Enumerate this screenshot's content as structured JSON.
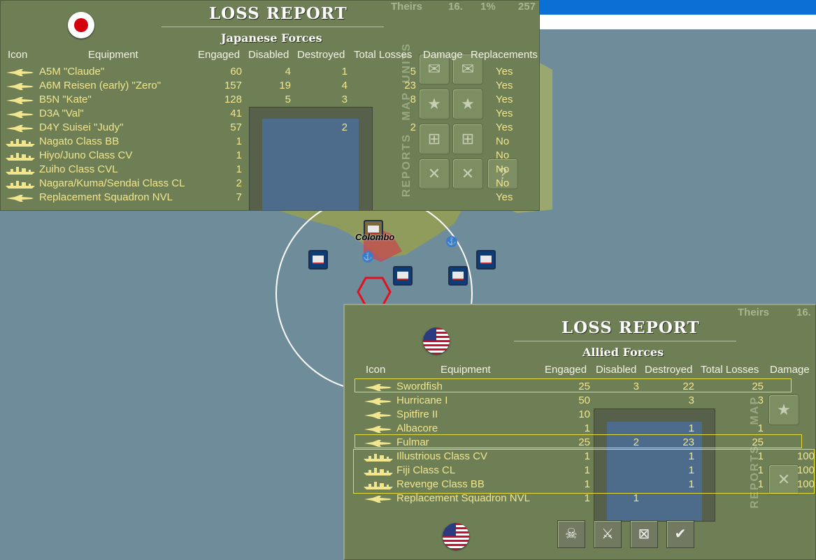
{
  "top_stat": {
    "side": "Theirs",
    "count": "16.",
    "pct": "1%",
    "value": "257"
  },
  "japanese": {
    "title": "LOSS REPORT",
    "subtitle": "Japanese Forces",
    "headers": [
      "Icon",
      "Equipment",
      "Engaged",
      "Disabled",
      "Destroyed",
      "Total Losses",
      "Damage",
      "Replacements"
    ],
    "rows": [
      {
        "type": "plane",
        "name": "A5M \"Claude\"",
        "engaged": "60",
        "disabled": "4",
        "destroyed": "1",
        "total": "5",
        "damage": "",
        "repl": "Yes"
      },
      {
        "type": "plane",
        "name": "A6M Reisen (early) \"Zero\"",
        "engaged": "157",
        "disabled": "19",
        "destroyed": "4",
        "total": "23",
        "damage": "",
        "repl": "Yes"
      },
      {
        "type": "plane",
        "name": "B5N \"Kate\"",
        "engaged": "128",
        "disabled": "5",
        "destroyed": "3",
        "total": "8",
        "damage": "",
        "repl": "Yes"
      },
      {
        "type": "plane",
        "name": "D3A \"Val\"",
        "engaged": "41",
        "disabled": "",
        "destroyed": "",
        "total": "",
        "damage": "",
        "repl": "Yes"
      },
      {
        "type": "plane",
        "name": "D4Y Suisei \"Judy\"",
        "engaged": "57",
        "disabled": "",
        "destroyed": "2",
        "total": "2",
        "damage": "",
        "repl": "Yes"
      },
      {
        "type": "ship",
        "name": "Nagato Class BB",
        "engaged": "1",
        "disabled": "",
        "destroyed": "",
        "total": "",
        "damage": "",
        "repl": "No"
      },
      {
        "type": "ship",
        "name": "Hiyo/Juno Class CV",
        "engaged": "1",
        "disabled": "",
        "destroyed": "",
        "total": "",
        "damage": "",
        "repl": "No"
      },
      {
        "type": "ship",
        "name": "Zuiho Class CVL",
        "engaged": "1",
        "disabled": "",
        "destroyed": "",
        "total": "",
        "damage": "",
        "repl": "No"
      },
      {
        "type": "ship",
        "name": "Nagara/Kuma/Sendai Class CL",
        "engaged": "2",
        "disabled": "",
        "destroyed": "",
        "total": "",
        "damage": "",
        "repl": "No"
      },
      {
        "type": "plane",
        "name": "Replacement Squadron NVL",
        "engaged": "7",
        "disabled": "",
        "destroyed": "",
        "total": "",
        "damage": "",
        "repl": "Yes"
      }
    ]
  },
  "allied": {
    "title": "LOSS REPORT",
    "subtitle": "Allied Forces",
    "headers": [
      "Icon",
      "Equipment",
      "Engaged",
      "Disabled",
      "Destroyed",
      "Total Losses",
      "Damage"
    ],
    "stat": {
      "side": "Theirs",
      "count": "16."
    },
    "rows": [
      {
        "type": "plane",
        "name": "Swordfish",
        "engaged": "25",
        "disabled": "3",
        "destroyed": "22",
        "total": "25",
        "damage": ""
      },
      {
        "type": "plane",
        "name": "Hurricane I",
        "engaged": "50",
        "disabled": "",
        "destroyed": "3",
        "total": "3",
        "damage": ""
      },
      {
        "type": "plane",
        "name": "Spitfire II",
        "engaged": "10",
        "disabled": "",
        "destroyed": "",
        "total": "",
        "damage": ""
      },
      {
        "type": "plane",
        "name": "Albacore",
        "engaged": "1",
        "disabled": "",
        "destroyed": "1",
        "total": "1",
        "damage": ""
      },
      {
        "type": "plane",
        "name": "Fulmar",
        "engaged": "25",
        "disabled": "2",
        "destroyed": "23",
        "total": "25",
        "damage": ""
      },
      {
        "type": "ship",
        "name": "Illustrious Class CV",
        "engaged": "1",
        "disabled": "",
        "destroyed": "1",
        "total": "1",
        "damage": "100"
      },
      {
        "type": "ship",
        "name": "Fiji Class CL",
        "engaged": "1",
        "disabled": "",
        "destroyed": "1",
        "total": "1",
        "damage": "100"
      },
      {
        "type": "ship",
        "name": "Revenge Class BB",
        "engaged": "1",
        "disabled": "",
        "destroyed": "1",
        "total": "1",
        "damage": "100"
      },
      {
        "type": "plane",
        "name": "Replacement Squadron NVL",
        "engaged": "1",
        "disabled": "1",
        "destroyed": "",
        "total": "",
        "damage": ""
      }
    ],
    "bottom_buttons": [
      "skull-sword-icon",
      "crossed-swords-icon",
      "battle-map-icon",
      "checkmark-icon"
    ]
  },
  "side_tabs": [
    "REPORTS",
    "MAP",
    "UNITS"
  ],
  "map_label": "Colombo",
  "colors": {
    "panel": "#6e7f55",
    "text_yellow": "#f1e58e",
    "highlight": "#e6dc3a",
    "sea": "#6e8b99"
  }
}
